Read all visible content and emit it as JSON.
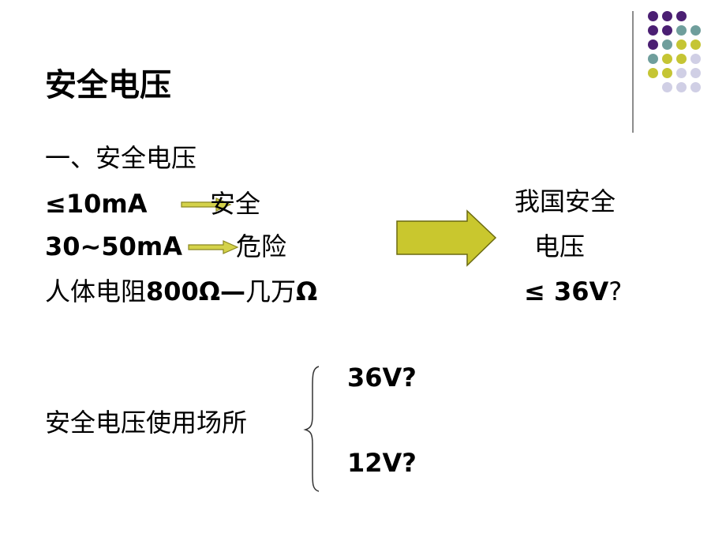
{
  "slide": {
    "title": "安全电压",
    "section_heading": "一、安全电压",
    "row1": {
      "current": "≤10mA",
      "result": "安全"
    },
    "row2": {
      "current": "30~50mA",
      "result": "危险"
    },
    "row3": {
      "prefix": "人体电阻",
      "range": "800Ω—",
      "suffix": "几万",
      "omega": "Ω"
    },
    "conclusion": {
      "line1": "我国安全",
      "line2": "电压",
      "value": "≤ 36V",
      "question": "?"
    },
    "usage": {
      "label": "安全电压使用场所",
      "option1": "36V?",
      "option2": "12V?"
    }
  },
  "colors": {
    "dot_purple": "#4b1f73",
    "dot_teal": "#6f9e9c",
    "dot_olive": "#c5c534",
    "dot_lavender": "#d0cfe5",
    "arrow_fill": "#c9c72e",
    "arrow_stroke": "#6b6a10",
    "small_arrow_fill": "#d4d24a",
    "small_arrow_stroke": "#8a8720"
  },
  "decoration": {
    "dot_grid": [
      [
        "purple",
        "purple",
        "purple",
        "none"
      ],
      [
        "purple",
        "purple",
        "teal",
        "teal"
      ],
      [
        "purple",
        "teal",
        "olive",
        "olive"
      ],
      [
        "teal",
        "olive",
        "olive",
        "lavender"
      ],
      [
        "olive",
        "olive",
        "lavender",
        "lavender"
      ],
      [
        "none",
        "lavender",
        "lavender",
        "lavender"
      ]
    ]
  }
}
